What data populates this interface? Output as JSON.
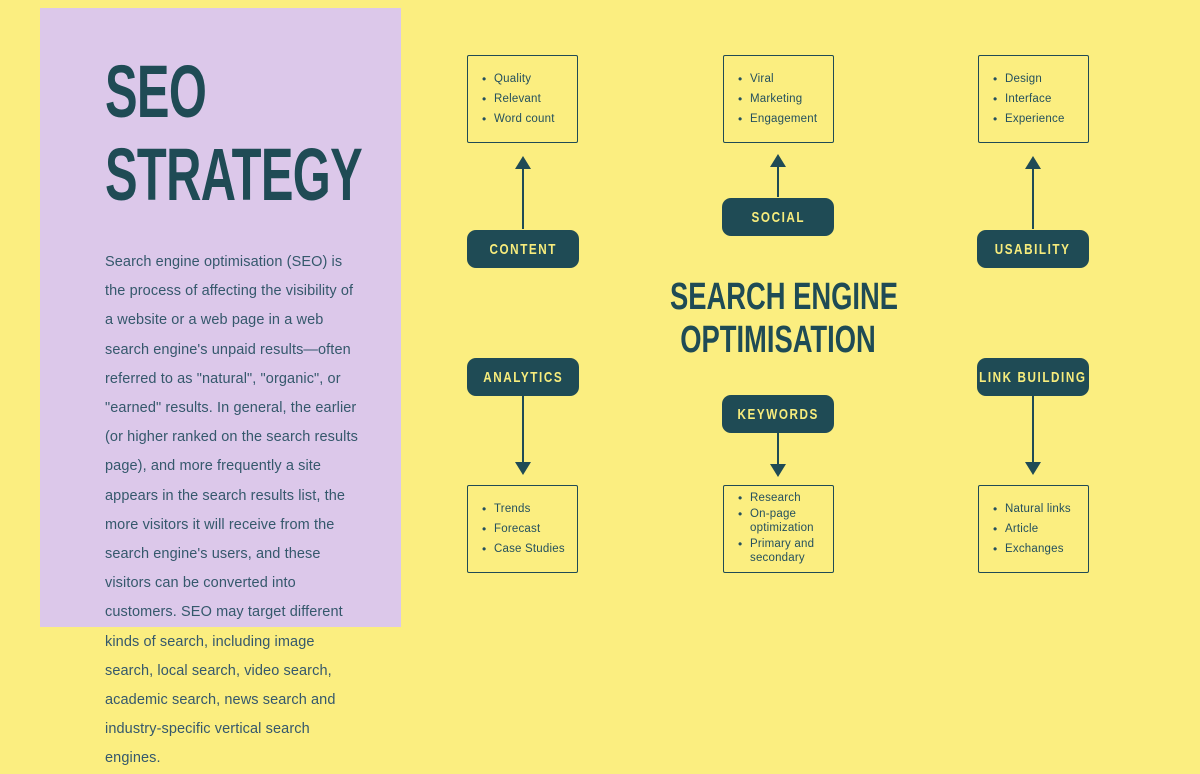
{
  "colors": {
    "page_background": "#fbee80",
    "panel_background": "#dcc8ea",
    "teal": "#1f4b55",
    "label_text": "#f7ec7c",
    "paragraph_text": "#35586c"
  },
  "left_panel": {
    "title_line1": "SEO",
    "title_line2": "STRATEGY",
    "paragraph": "Search engine optimisation (SEO) is the process of affecting the visibility of a website or a web page in a web search engine's unpaid results—often referred to as \"natural\", \"organic\", or \"earned\" results. In general, the earlier (or higher ranked on the search results page), and more frequently a site appears in the search results list, the more visitors it will receive from the search engine's users, and these visitors can be converted into customers. SEO may target different kinds of search, including image search, local search, video search, academic search, news search and industry-specific vertical search engines."
  },
  "diagram": {
    "title_line1": "SEARCH ENGINE",
    "title_line2": "OPTIMISATION",
    "icons": {
      "arrow_up": "css-triangle-up",
      "arrow_down": "css-triangle-down"
    },
    "columns": [
      {
        "id": "content",
        "label": "CONTENT",
        "direction": "up",
        "items": [
          "Quality",
          "Relevant",
          "Word count"
        ]
      },
      {
        "id": "social",
        "label": "SOCIAL",
        "direction": "up",
        "items": [
          "Viral",
          "Marketing",
          "Engagement"
        ]
      },
      {
        "id": "usability",
        "label": "USABILITY",
        "direction": "up",
        "items": [
          "Design",
          "Interface",
          "Experience"
        ]
      },
      {
        "id": "analytics",
        "label": "ANALYTICS",
        "direction": "down",
        "items": [
          "Trends",
          "Forecast",
          "Case Studies"
        ]
      },
      {
        "id": "keywords",
        "label": "KEYWORDS",
        "direction": "down",
        "items": [
          "Research",
          "On-page optimization",
          "Primary and secondary"
        ]
      },
      {
        "id": "link-building",
        "label": "LINK BUILDING",
        "direction": "down",
        "items": [
          "Natural links",
          "Article",
          "Exchanges"
        ]
      }
    ]
  }
}
